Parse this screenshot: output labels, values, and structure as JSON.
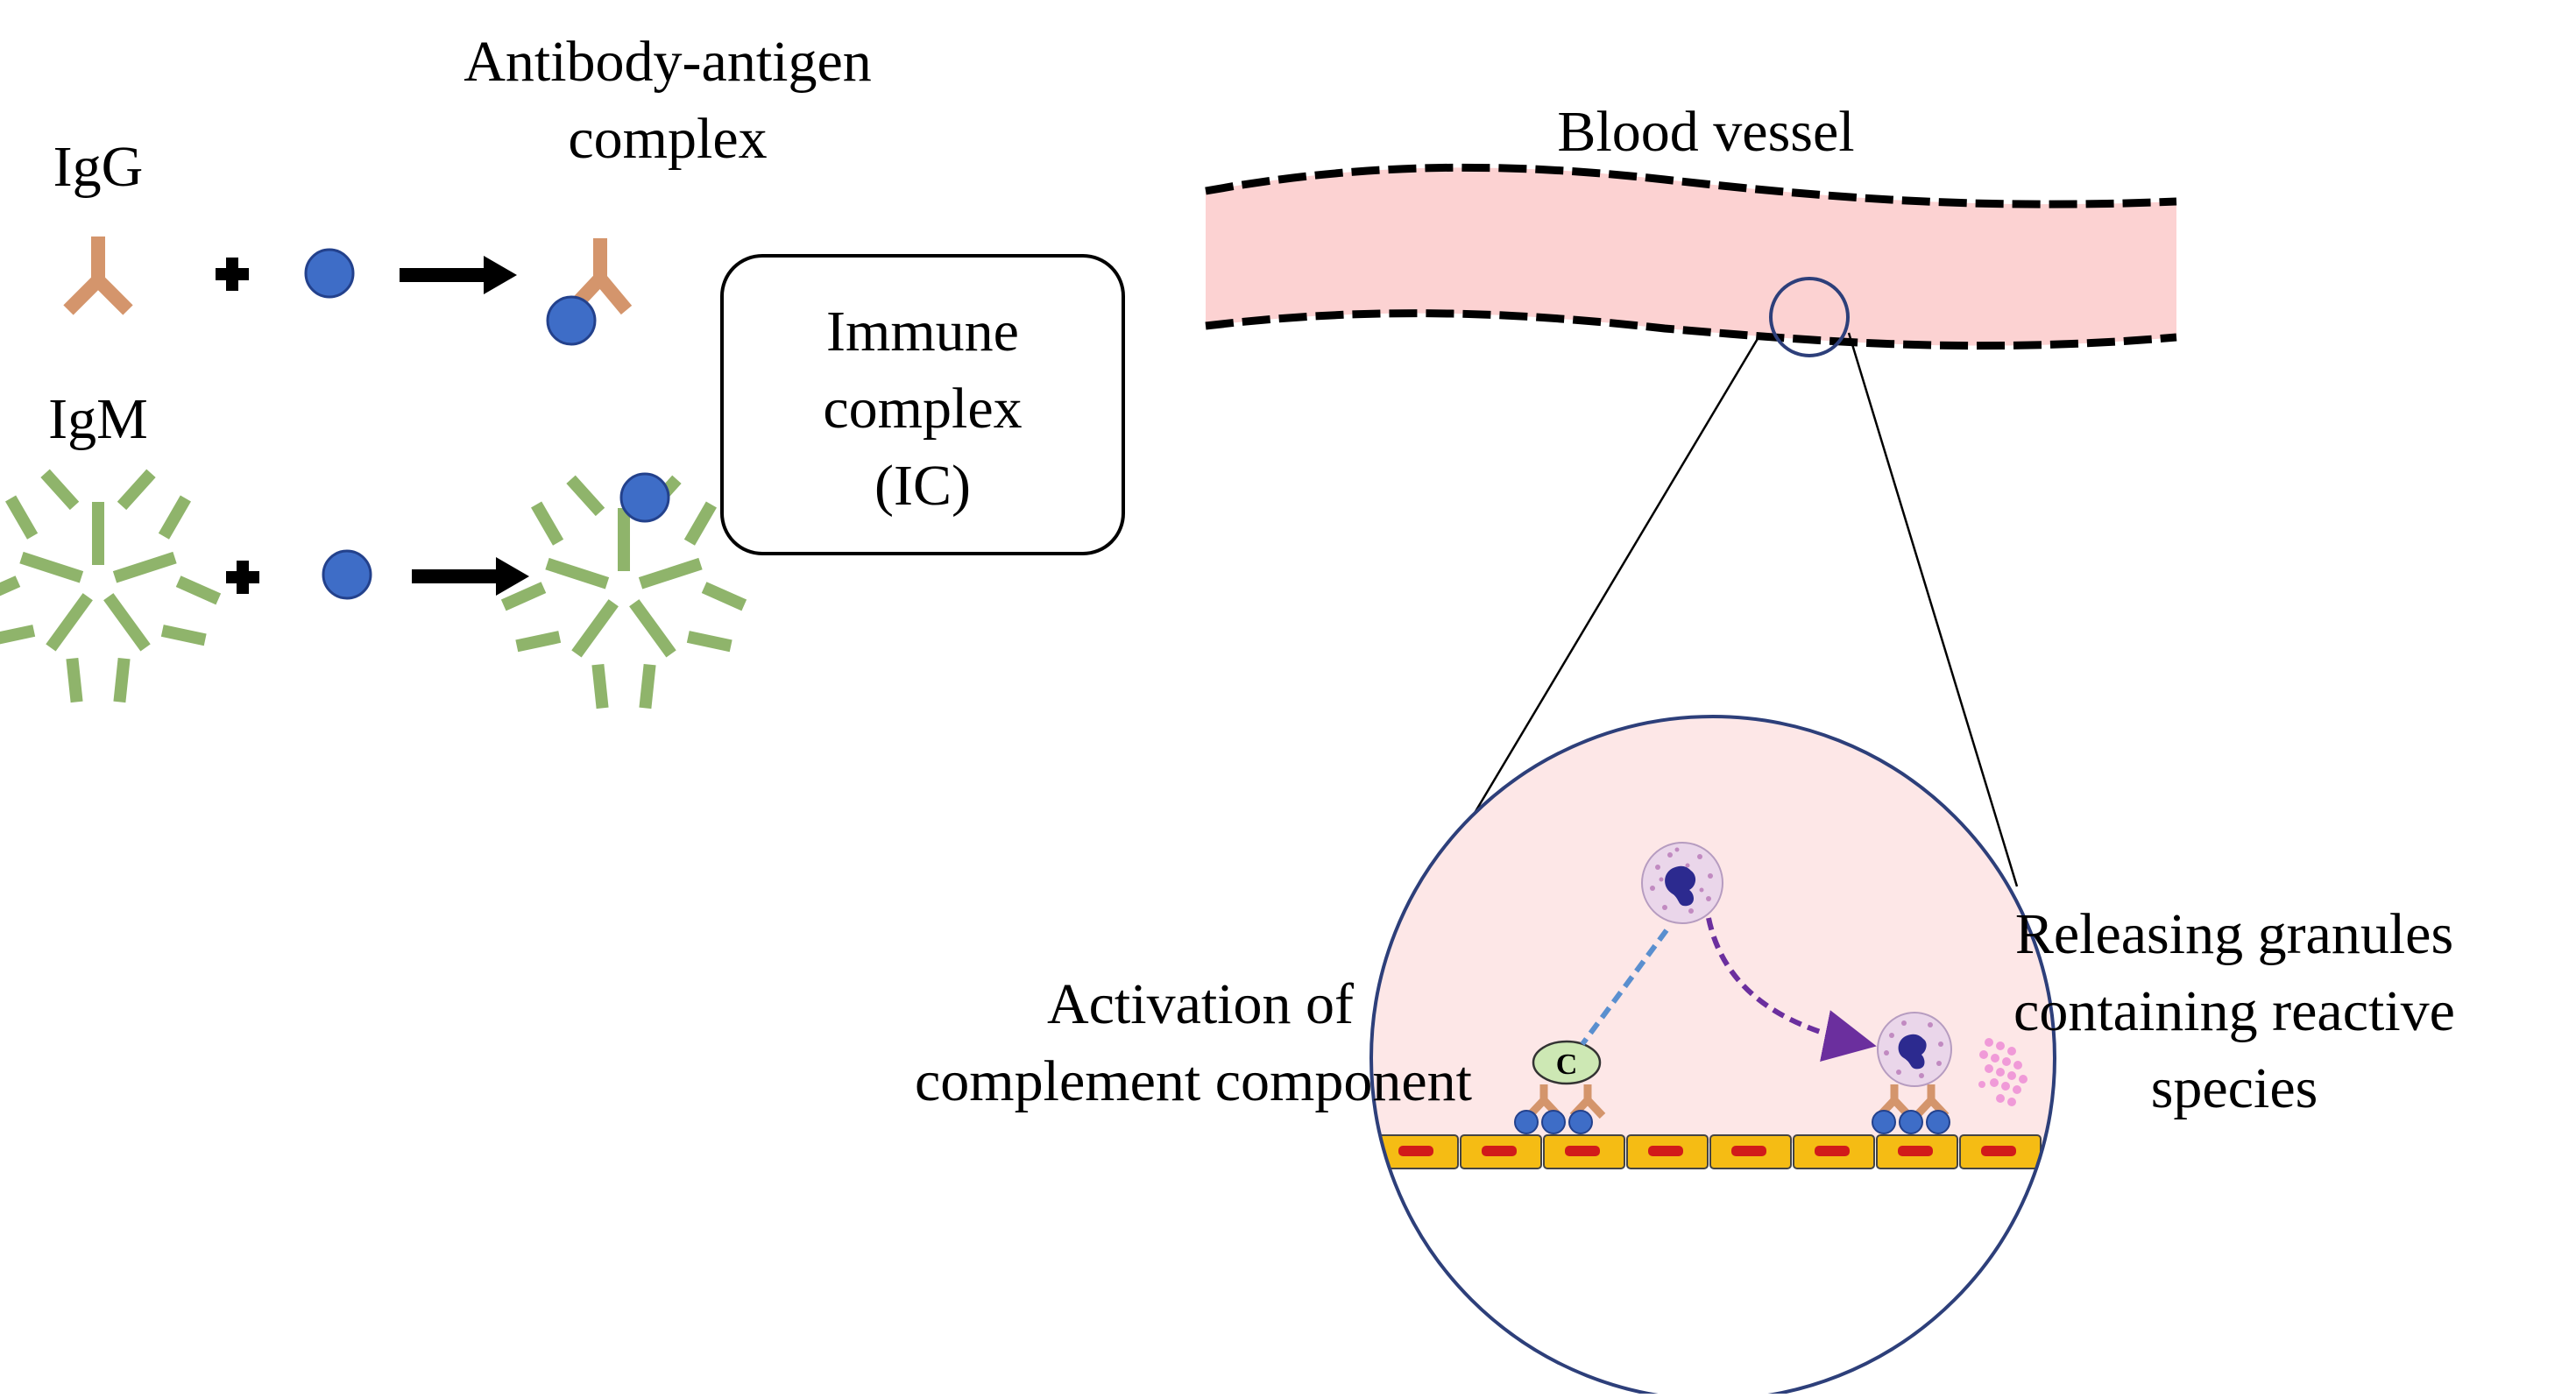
{
  "labels": {
    "igg": "IgG",
    "igm": "IgM",
    "complex_line1": "Antibody-antigen",
    "complex_line2": "complex",
    "ic_line1": "Immune",
    "ic_line2": "complex",
    "ic_line3": "(IC)",
    "blood_vessel": "Blood vessel",
    "activation_line1": "Activation of",
    "activation_line2": "complement component",
    "complement_letter": "C",
    "release_line1": "Releasing granules",
    "release_line2": "containing reactive",
    "release_line3": "species"
  },
  "colors": {
    "igg": "#d4956c",
    "igm": "#8fb46b",
    "antigen": "#3e6dc7",
    "antigen_stroke": "#23418c",
    "vessel_fill": "#fcd2d2",
    "zoom_fill": "#fde7e7",
    "zoom_stroke": "#2d3f7a",
    "endothelium": "#f5bc14",
    "endothelium_nucleus": "#d11a1a",
    "complement": "#cde8b4",
    "dashed_blue": "#5a8fcf",
    "dashed_purple": "#6b2f9e",
    "granules": "#f09ad8",
    "neutrophil": "#ead6ea",
    "neutrophil_nucleus": "#2c2a8f"
  },
  "icons": [
    "plus-icon",
    "arrow-right-icon",
    "igg-antibody-icon",
    "igm-pentamer-icon",
    "antigen-icon",
    "neutrophil-icon"
  ]
}
